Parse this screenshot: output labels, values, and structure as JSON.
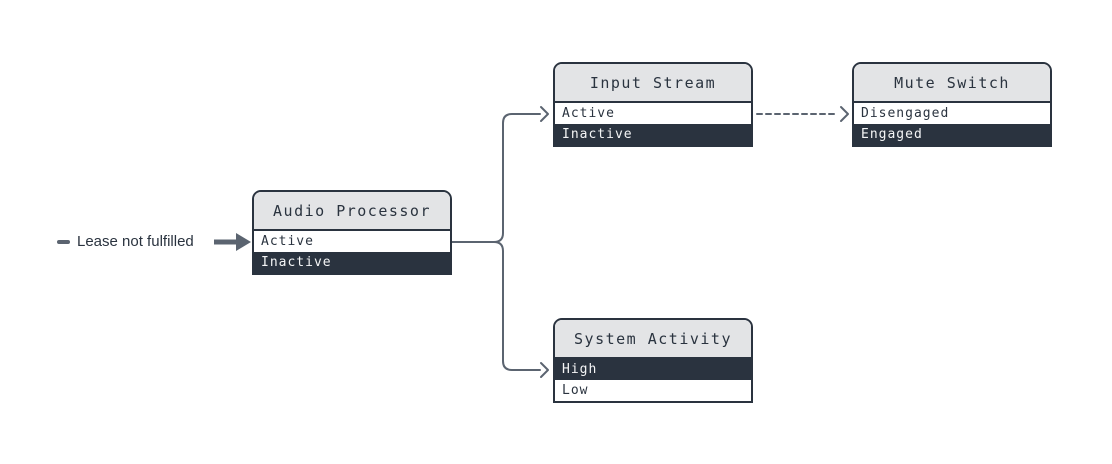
{
  "diagram": {
    "type": "state-transition-diagram",
    "background": "#ffffff"
  },
  "colors": {
    "node_border": "#2a333f",
    "node_header_bg": "#e3e4e6",
    "row_light_bg": "#ffffff",
    "row_dark_bg": "#2a333f",
    "row_dark_text": "#f4f5f6",
    "connector": "#5b6470"
  },
  "annotation": {
    "label": "Lease not fulfilled",
    "dash_icon": "minus-dash",
    "arrow_icon": "thick-right-arrow",
    "points_to": "Audio Processor / Active"
  },
  "nodes": [
    {
      "id": "audio-processor",
      "title": "Audio Processor",
      "rows": [
        {
          "label": "Active",
          "variant": "light"
        },
        {
          "label": "Inactive",
          "variant": "dark"
        }
      ]
    },
    {
      "id": "input-stream",
      "title": "Input Stream",
      "rows": [
        {
          "label": "Active",
          "variant": "light"
        },
        {
          "label": "Inactive",
          "variant": "dark"
        }
      ]
    },
    {
      "id": "mute-switch",
      "title": "Mute Switch",
      "rows": [
        {
          "label": "Disengaged",
          "variant": "light"
        },
        {
          "label": "Engaged",
          "variant": "dark"
        }
      ]
    },
    {
      "id": "system-activity",
      "title": "System Activity",
      "rows": [
        {
          "label": "High",
          "variant": "dark"
        },
        {
          "label": "Low",
          "variant": "light"
        }
      ]
    }
  ],
  "edges": [
    {
      "from": "Audio Processor / Active",
      "to": "Input Stream / Active",
      "style": "solid"
    },
    {
      "from": "Audio Processor / Active",
      "to": "System Activity / High",
      "style": "solid"
    },
    {
      "from": "Input Stream / Active",
      "to": "Mute Switch / Disengaged",
      "style": "dashed"
    }
  ]
}
